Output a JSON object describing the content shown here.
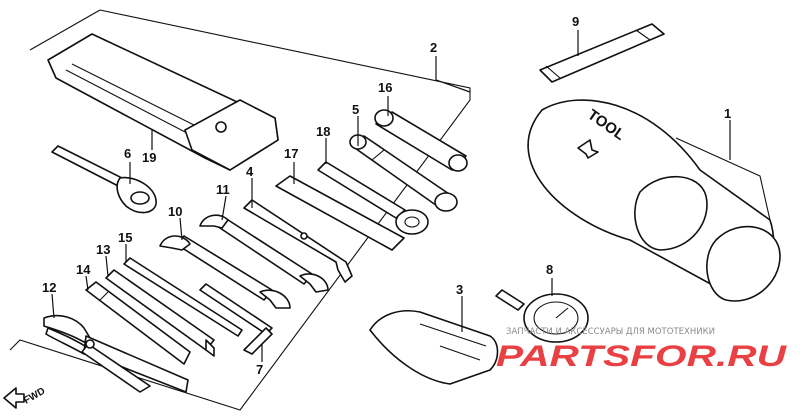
{
  "callouts": [
    {
      "id": "c1",
      "text": "1"
    },
    {
      "id": "c2",
      "text": "2"
    },
    {
      "id": "c3",
      "text": "3"
    },
    {
      "id": "c4",
      "text": "4"
    },
    {
      "id": "c5",
      "text": "5"
    },
    {
      "id": "c6",
      "text": "6"
    },
    {
      "id": "c7",
      "text": "7"
    },
    {
      "id": "c8",
      "text": "8"
    },
    {
      "id": "c9",
      "text": "9"
    },
    {
      "id": "c10",
      "text": "10"
    },
    {
      "id": "c11",
      "text": "11"
    },
    {
      "id": "c12",
      "text": "12"
    },
    {
      "id": "c13",
      "text": "13"
    },
    {
      "id": "c14",
      "text": "14"
    },
    {
      "id": "c15",
      "text": "15"
    },
    {
      "id": "c16",
      "text": "16"
    },
    {
      "id": "c17",
      "text": "17"
    },
    {
      "id": "c18",
      "text": "18"
    },
    {
      "id": "c19",
      "text": "19"
    }
  ],
  "tube_label": "TOOL",
  "fwd_label": "FWD",
  "watermark": {
    "caption": "ЗАПЧАСТИ И АКСЕССУАРЫ ДЛЯ МОТОТЕХНИКИ",
    "logo": "PARTSFOR.RU"
  },
  "colors": {
    "line": "#111111",
    "background": "#ffffff",
    "watermark_red": "#e6262a",
    "watermark_gray": "#8a8a8a"
  }
}
